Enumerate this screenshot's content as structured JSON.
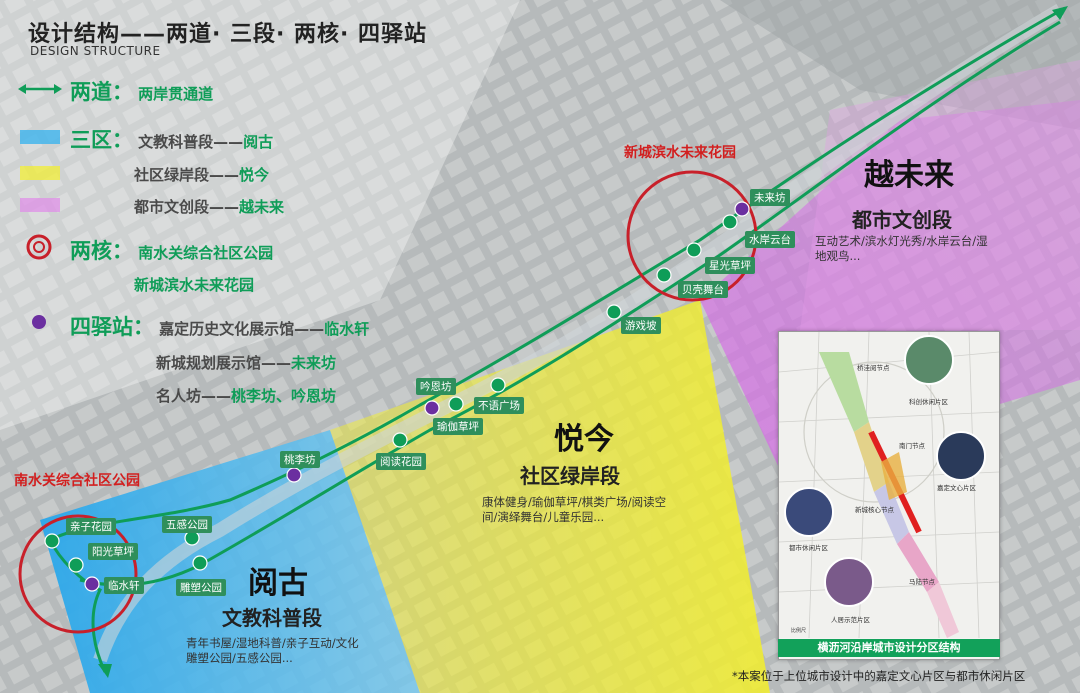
{
  "title": "设计结构——两道· 三段· 两核· 四驿站",
  "subtitle": "DESIGN STRUCTURE",
  "legend": {
    "lanes": {
      "key": "两道",
      "colon": "：",
      "value": "两岸贯通道"
    },
    "sections": {
      "key": "三区",
      "colon": "：",
      "items": [
        {
          "prefix": "文教科普段——",
          "name": "阅古"
        },
        {
          "prefix": "社区绿岸段——",
          "name": "悦今"
        },
        {
          "prefix": "都市文创段——",
          "name": "越未来"
        }
      ]
    },
    "cores": {
      "key": "两核",
      "colon": "：",
      "items": [
        "南水关综合社区公园",
        "新城滨水未来花园"
      ]
    },
    "stations": {
      "key": "四驿站",
      "colon": "：",
      "items": [
        {
          "prefix": "嘉定历史文化展示馆——",
          "name": "临水轩"
        },
        {
          "prefix": "新城规划展示馆——",
          "name": "未来坊"
        },
        {
          "prefix": "名人坊——",
          "name": "桃李坊、吟恩坊"
        }
      ]
    }
  },
  "cores_map": {
    "south": "南水关综合社区公园",
    "north": "新城滨水未来花园"
  },
  "nodes": [
    {
      "id": "qinzi",
      "label": "亲子花园",
      "kind": "green"
    },
    {
      "id": "yangguang",
      "label": "阳光草坪",
      "kind": "green"
    },
    {
      "id": "linshuixuan",
      "label": "临水轩",
      "kind": "purple"
    },
    {
      "id": "wugan",
      "label": "五感公园",
      "kind": "green"
    },
    {
      "id": "diaosu",
      "label": "雕塑公园",
      "kind": "green"
    },
    {
      "id": "taoli",
      "label": "桃李坊",
      "kind": "purple"
    },
    {
      "id": "yuedu",
      "label": "阅读花园",
      "kind": "green"
    },
    {
      "id": "yinen",
      "label": "吟恩坊",
      "kind": "purple"
    },
    {
      "id": "yujia",
      "label": "瑜伽草坪",
      "kind": "green"
    },
    {
      "id": "buyu",
      "label": "不语广场",
      "kind": "green"
    },
    {
      "id": "youxi",
      "label": "游戏坡",
      "kind": "green"
    },
    {
      "id": "beike",
      "label": "贝壳舞台",
      "kind": "green"
    },
    {
      "id": "xingguang",
      "label": "星光草坪",
      "kind": "green"
    },
    {
      "id": "shuian",
      "label": "水岸云台",
      "kind": "green"
    },
    {
      "id": "weilai",
      "label": "未来坊",
      "kind": "purple"
    }
  ],
  "zones": {
    "yuegu": {
      "name": "阅古",
      "section": "文教科普段",
      "desc": "青年书屋/湿地科普/亲子互动/文化\n雕塑公园/五感公园..."
    },
    "yuejin": {
      "name": "悦今",
      "section": "社区绿岸段",
      "desc": "康体健身/瑜伽草坪/棋类广场/阅读空\n间/演绎舞台/儿童乐园..."
    },
    "yueweilai": {
      "name": "越未来",
      "section": "都市文创段",
      "desc": "互动艺术/滨水灯光秀/水岸云台/湿\n地观鸟..."
    }
  },
  "inset": {
    "caption": "横沥河沿岸城市设计分区结构",
    "labels": [
      "桥洼阅节点",
      "科创休闲片区",
      "南门节点",
      "嘉定文心片区",
      "新城核心节点",
      "都市休闲片区",
      "马陆节点",
      "人居示范片区"
    ]
  },
  "footnote": "*本案位于上位城市设计中的嘉定文心片区与都市休闲片区",
  "colors": {
    "green": "#0f9d58",
    "purple": "#6b2fa0",
    "red": "#c8202a",
    "blue_zone": "#2aa7ea",
    "yellow_zone": "#f3ef2a",
    "purple_zone": "#d66ce6"
  }
}
